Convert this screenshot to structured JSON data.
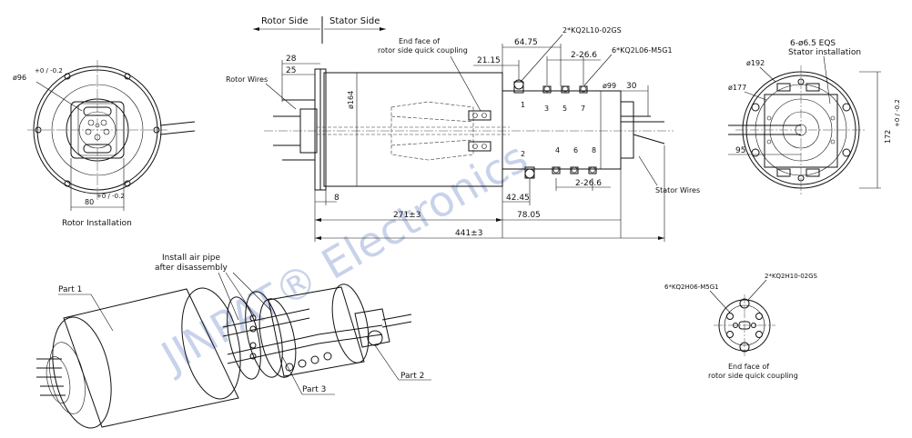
{
  "watermark": "JINPAT® Electronics",
  "side_labels": {
    "rotor": "Rotor Side",
    "stator": "Stator Side"
  },
  "rotor_view": {
    "diameter": "ø96",
    "diameter_tol": "+0 / -0.2",
    "width": "80",
    "width_tol": "+0 / -0.2",
    "caption": "Rotor Installation"
  },
  "side_view": {
    "rotor_wires": "Rotor Wires",
    "stator_wires": "Stator Wires",
    "end_face_note": [
      "End face of",
      "rotor side quick coupling"
    ],
    "fitting_1": "2*KQ2L10-02GS",
    "fitting_2": "6*KQ2L06-M5G1",
    "dims": {
      "d28": "28",
      "d25": "25",
      "d164": "ø164",
      "d8": "8",
      "d271": "271±3",
      "d441": "441±3",
      "d64_75": "64.75",
      "d21_15": "21.15",
      "d2_26_6_top": "2-26.6",
      "d99": "ø99",
      "d30": "30",
      "d42_45": "42.45",
      "d78_05": "78.05",
      "d2_26_6_bot": "2-26.6"
    },
    "port_numbers_top": [
      "1",
      "3",
      "5",
      "7"
    ],
    "port_numbers_bottom": [
      "2",
      "4",
      "6",
      "8"
    ]
  },
  "stator_view": {
    "holes": "6-ø6.5 EQS",
    "caption": "Stator installation",
    "d192": "ø192",
    "d177": "ø177",
    "d95": "95",
    "d172": "172",
    "d172_tol": "+0 / -0.2"
  },
  "iso_view": {
    "install_note": [
      "Install air pipe",
      "after disassembly"
    ],
    "part1": "Part 1",
    "part2": "Part 2",
    "part3": "Part 3"
  },
  "end_face_view": {
    "fitting_1": "6*KQ2H06-M5G1",
    "fitting_2": "2*KQ2H10-02GS",
    "caption": [
      "End face of",
      "rotor side quick coupling"
    ]
  }
}
